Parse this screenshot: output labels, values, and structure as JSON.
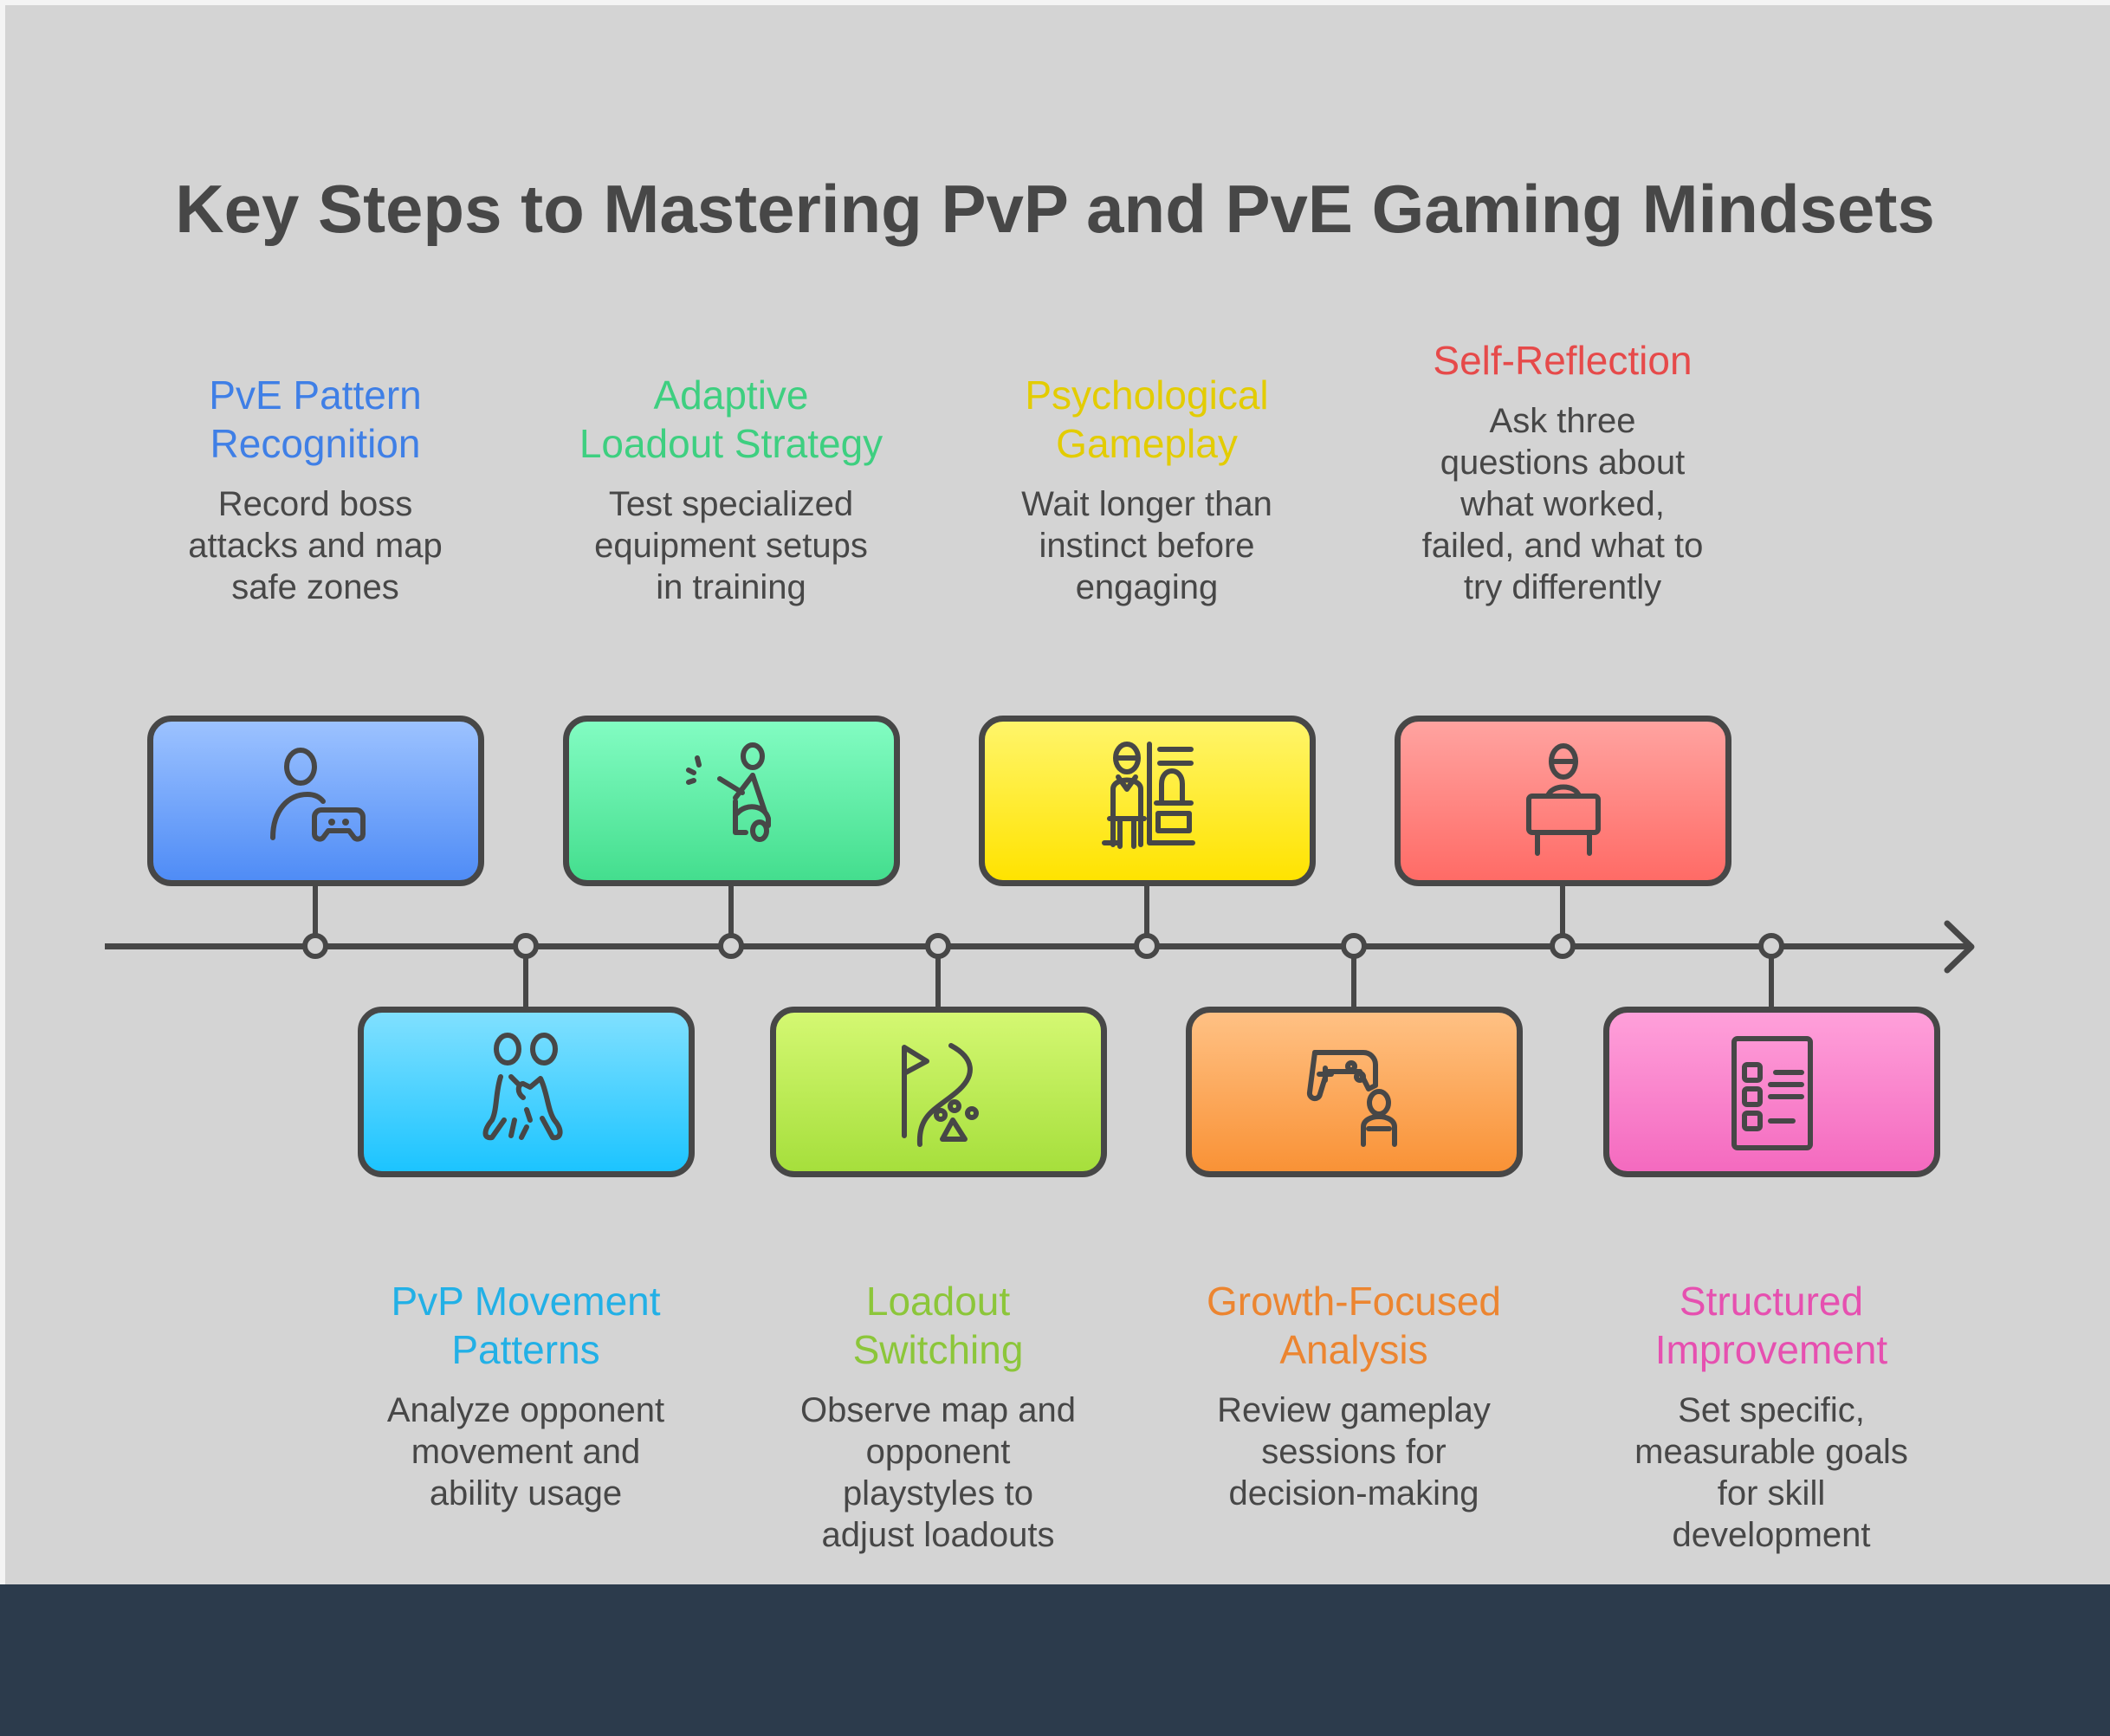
{
  "title": "Key Steps to Mastering PvP and PvE Gaming Mindsets",
  "steps": [
    {
      "title": "PvE Pattern Recognition",
      "title_lines": [
        "PvE Pattern",
        "Recognition"
      ],
      "description": "Record boss attacks and map safe zones",
      "desc_lines": [
        "Record boss",
        "attacks and map",
        "safe zones"
      ],
      "color": "#3f7fe6",
      "icon": "person-gamepad-icon",
      "position": "top"
    },
    {
      "title": "PvP Movement Patterns",
      "title_lines": [
        "PvP Movement",
        "Patterns"
      ],
      "description": "Analyze opponent movement and ability usage",
      "desc_lines": [
        "Analyze opponent",
        "movement and",
        "ability usage"
      ],
      "color": "#22b0e6",
      "icon": "two-people-icon",
      "position": "bottom"
    },
    {
      "title": "Adaptive Loadout Strategy",
      "title_lines": [
        "Adaptive",
        "Loadout Strategy"
      ],
      "description": "Test specialized equipment setups in training",
      "desc_lines": [
        "Test specialized",
        "equipment setups",
        "in training"
      ],
      "color": "#3ecf80",
      "icon": "trainer-icon",
      "position": "top"
    },
    {
      "title": "Loadout Switching",
      "title_lines": [
        "Loadout",
        "Switching"
      ],
      "description": "Observe map and opponent playstyles to adjust loadouts",
      "desc_lines": [
        "Observe map and",
        "opponent",
        "playstyles to",
        "adjust loadouts"
      ],
      "color": "#8cc63a",
      "icon": "flag-path-icon",
      "position": "bottom"
    },
    {
      "title": "Psychological Gameplay",
      "title_lines": [
        "Psychological",
        "Gameplay"
      ],
      "description": "Wait longer than instinct before engaging",
      "desc_lines": [
        "Wait longer than",
        "instinct before",
        "engaging"
      ],
      "color": "#e3cc00",
      "icon": "person-waiting-icon",
      "position": "top"
    },
    {
      "title": "Growth-Focused Analysis",
      "title_lines": [
        "Growth-Focused",
        "Analysis"
      ],
      "description": "Review gameplay sessions for decision-making",
      "desc_lines": [
        "Review gameplay",
        "sessions for",
        "decision-making"
      ],
      "color": "#ec8530",
      "icon": "gamer-controller-icon",
      "position": "bottom"
    },
    {
      "title": "Self-Reflection",
      "title_lines": [
        "Self-Reflection"
      ],
      "description": "Ask three questions about what worked, failed, and what to try differently",
      "desc_lines": [
        "Ask three",
        "questions about",
        "what worked,",
        "failed, and what to",
        "try differently"
      ],
      "color": "#e64a4a",
      "icon": "person-desk-icon",
      "position": "top"
    },
    {
      "title": "Structured Improvement",
      "title_lines": [
        "Structured",
        "Improvement"
      ],
      "description": "Set specific, measurable goals for skill development",
      "desc_lines": [
        "Set specific,",
        "measurable goals",
        "for skill",
        "development"
      ],
      "color": "#e650b0",
      "icon": "checklist-icon",
      "position": "bottom"
    }
  ]
}
